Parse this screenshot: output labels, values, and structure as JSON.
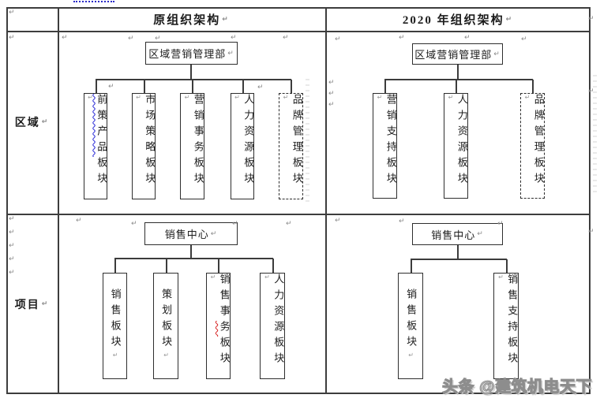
{
  "decor": {
    "pilcrow": "↵",
    "dotted_line_color": "#2a2ac8"
  },
  "table": {
    "header_old": "原组织架构",
    "header_new": "2020 年组织架构",
    "row_region": "区域",
    "row_project": "项目"
  },
  "charts": {
    "region_old": {
      "root": "区域营销管理部",
      "children": [
        {
          "seg1": "前策产品",
          "seg1_mark": "blue-squiggle",
          "seg2": "板块",
          "dashed": false
        },
        {
          "seg1": "市场策略板块",
          "dashed": false
        },
        {
          "seg1": "营销事务板块",
          "dashed": false
        },
        {
          "seg1": "人力资源板块",
          "dashed": false
        },
        {
          "seg1": "品牌管理板块",
          "dashed": true
        }
      ]
    },
    "region_new": {
      "root": "区域营销管理部",
      "children": [
        {
          "seg1": "营销支持板块",
          "dashed": false
        },
        {
          "seg1": "人力资源板块",
          "dashed": false
        },
        {
          "seg1": "品牌管理板块",
          "dashed": true
        }
      ]
    },
    "project_old": {
      "root": "销售中心",
      "children": [
        {
          "seg1": "销售板块",
          "dashed": false
        },
        {
          "seg1": "策划板块",
          "dashed": false
        },
        {
          "seg1": "销售事",
          "seg2": "务",
          "seg2_mark": "red-squiggle",
          "seg3": "板块",
          "dashed": false
        },
        {
          "seg1": "人力资源板块",
          "dashed": false
        }
      ]
    },
    "project_new": {
      "root": "销售中心",
      "children": [
        {
          "seg1": "销售板块",
          "dashed": false
        },
        {
          "seg1": "销售支持板块",
          "dashed": false
        }
      ]
    }
  },
  "watermark": "头条 @建筑机电天下"
}
